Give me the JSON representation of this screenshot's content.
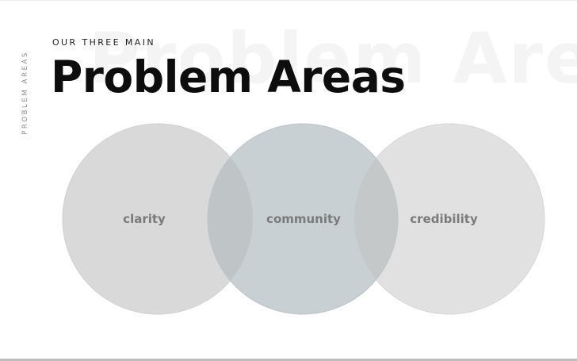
{
  "slide": {
    "side_label": "PROBLEM AREAS",
    "kicker": "OUR THREE MAIN",
    "title": "Problem Areas",
    "ghost_title": "Problem Areas"
  },
  "venn": {
    "circles": [
      {
        "label": "clarity",
        "fill": "#d9d9da"
      },
      {
        "label": "community",
        "fill": "#c9d0d4"
      },
      {
        "label": "credibility",
        "fill": "#e1e1e1"
      }
    ],
    "overlap_fill": "#bfc4c6"
  }
}
